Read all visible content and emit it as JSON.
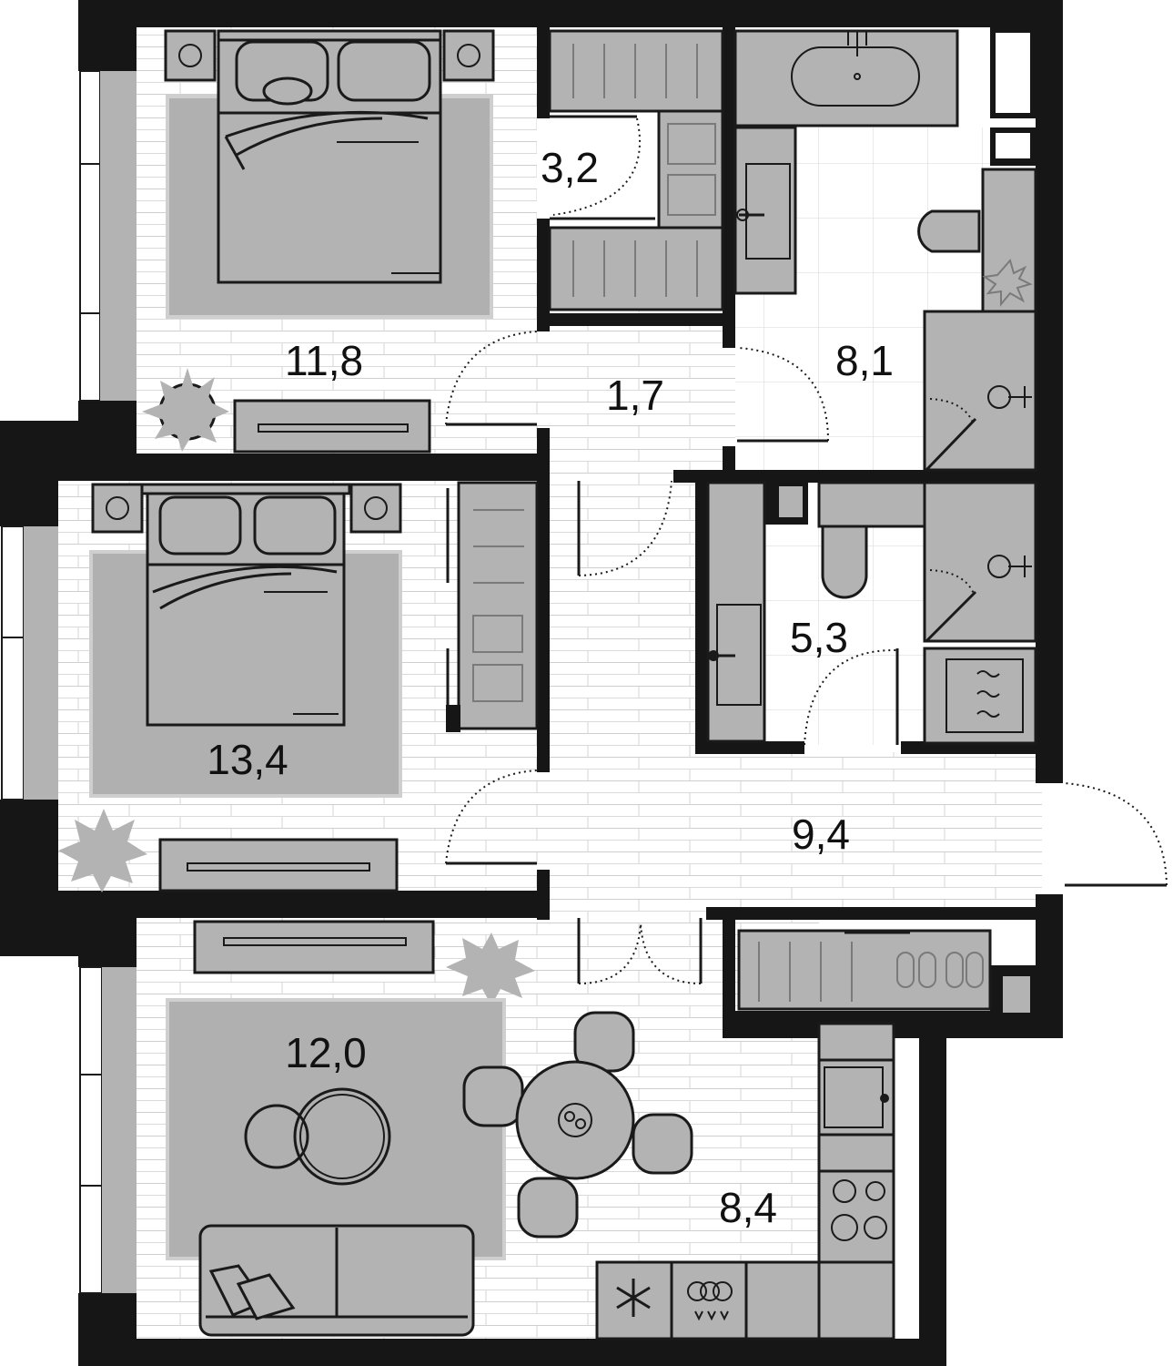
{
  "plan": {
    "rooms": [
      {
        "id": "bedroom-1",
        "area": "11,8"
      },
      {
        "id": "wardrobe",
        "area": "3,2"
      },
      {
        "id": "corridor-small",
        "area": "1,7"
      },
      {
        "id": "bathroom-main",
        "area": "8,1"
      },
      {
        "id": "bedroom-2",
        "area": "13,4"
      },
      {
        "id": "bathroom-small",
        "area": "5,3"
      },
      {
        "id": "hall",
        "area": "9,4"
      },
      {
        "id": "living-room",
        "area": "12,0"
      },
      {
        "id": "kitchen",
        "area": "8,4"
      }
    ],
    "colors": {
      "wall": "#161616",
      "furniture": "#b3b3b3",
      "floor": "#ffffff"
    }
  }
}
